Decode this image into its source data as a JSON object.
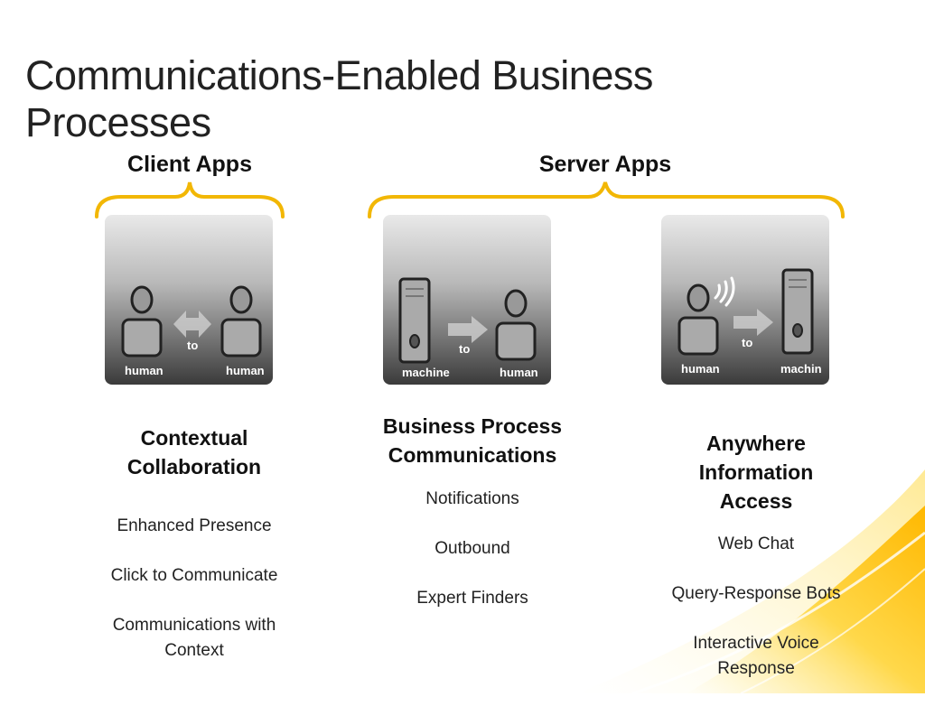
{
  "title": "Communications-Enabled Business Processes",
  "groups": {
    "client": "Client Apps",
    "server": "Server Apps"
  },
  "panels": [
    {
      "left": "human",
      "connector": "to",
      "right": "human"
    },
    {
      "left": "machine",
      "connector": "to",
      "right": "human"
    },
    {
      "left": "human",
      "connector": "to",
      "right": "machin"
    }
  ],
  "columns": [
    {
      "heading": [
        "Contextual",
        "Collaboration"
      ],
      "items": [
        "Enhanced Presence",
        "Click to Communicate",
        "Communications with Context"
      ]
    },
    {
      "heading": [
        "Business Process",
        "Communications"
      ],
      "items": [
        "Notifications",
        "Outbound",
        "Expert Finders"
      ]
    },
    {
      "heading": [
        "Anywhere",
        "Information",
        "Access"
      ],
      "items": [
        "Web Chat",
        "Query-Response Bots",
        "Interactive Voice Response"
      ]
    }
  ],
  "colors": {
    "brace": "#f2b705",
    "swoosh": "#ffd200"
  }
}
